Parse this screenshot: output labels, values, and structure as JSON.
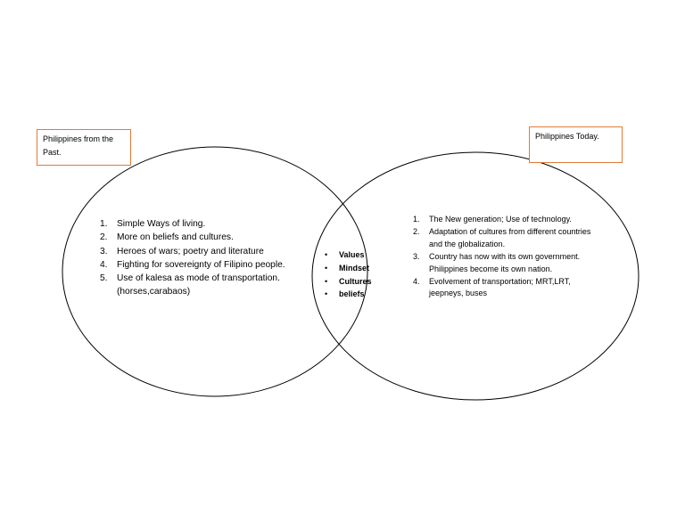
{
  "left_title": "Philippines from the Past.",
  "right_title": "Philippines Today.",
  "past": [
    {
      "num": "1.",
      "text": "Simple Ways of living."
    },
    {
      "num": "2.",
      "text": "More on beliefs and cultures."
    },
    {
      "num": "3.",
      "text": "Heroes of wars; poetry and literature"
    },
    {
      "num": "4.",
      "text": "Fighting for sovereignty of Filipino people."
    },
    {
      "num": "5.",
      "text": "Use of kalesa as mode of transportation. (horses,carabaos)"
    }
  ],
  "common_bullet": "•",
  "common": [
    "Values",
    "Mindset",
    "Cultures",
    "beliefs"
  ],
  "today": [
    {
      "num": "1.",
      "text": "The New generation; Use of technology."
    },
    {
      "num": "2.",
      "text": "Adaptation of cultures from different countries and the globalization."
    },
    {
      "num": "3.",
      "text": "Country has now with its own government. Philippines become its own nation."
    },
    {
      "num": "4.",
      "text": "Evolvement of transportation; MRT,LRT, jeepneys, buses"
    }
  ],
  "colors": {
    "circle_stroke": "#000000",
    "box_border": "#e07b39"
  }
}
